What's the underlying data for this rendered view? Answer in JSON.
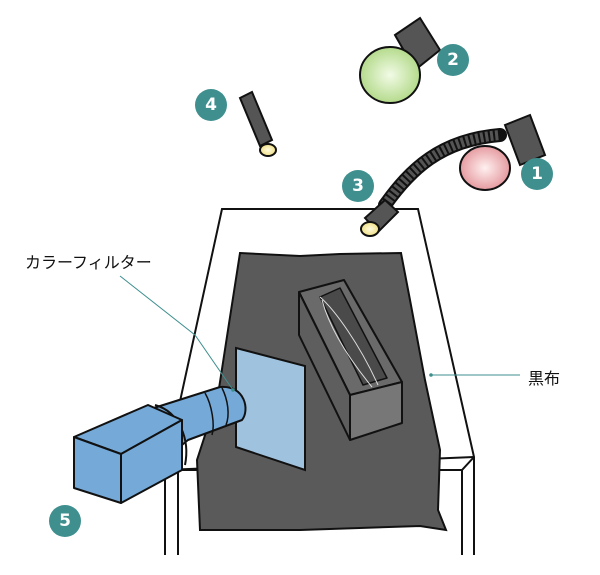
{
  "labels": {
    "color_filter": "カラーフィルター",
    "black_cloth": "黒布"
  },
  "badges": [
    "1",
    "2",
    "3",
    "4",
    "5"
  ],
  "colors": {
    "badge": "#3f8f8f",
    "leader": "#3f8f8f",
    "cloth": "#5a5a5a",
    "camera": "#74a9d8",
    "filter": "#9fc3df",
    "lamp_red": "#e8a0a4",
    "lamp_green": "#b8dc8f",
    "lamp_yellow": "#f3e9a0",
    "lamp_body": "#555555"
  }
}
